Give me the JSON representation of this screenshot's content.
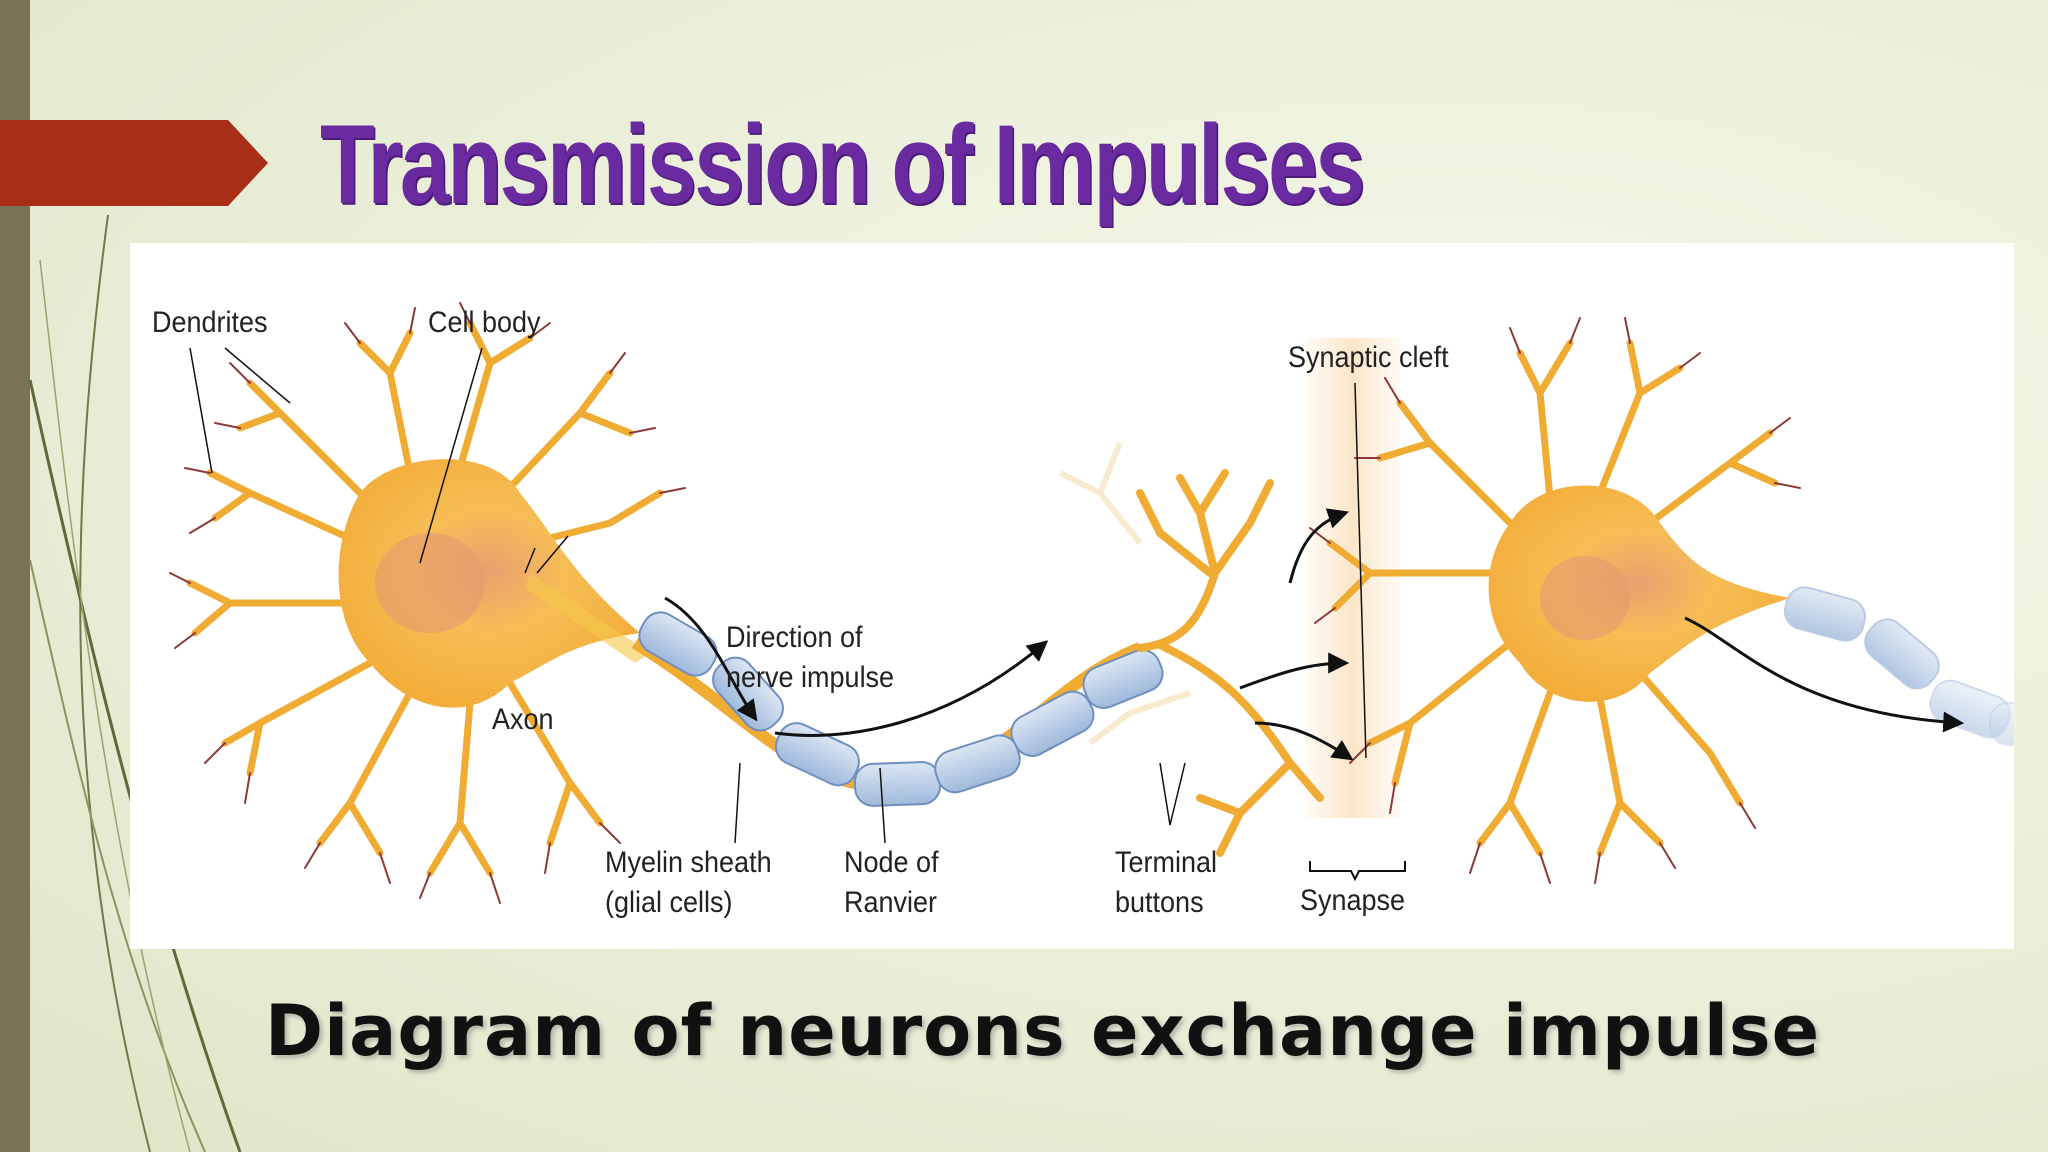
{
  "slide": {
    "title": "Transmission of Impulses",
    "caption": "Diagram of neurons exchange impulse"
  },
  "diagram": {
    "labels": {
      "dendrites": "Dendrites",
      "cell_body": "Cell body",
      "axon": "Axon",
      "direction_line1": "Direction of",
      "direction_line2": "nerve impulse",
      "myelin_line1": "Myelin sheath",
      "myelin_line2": "(glial cells)",
      "node_line1": "Node of",
      "node_line2": "Ranvier",
      "terminal_line1": "Terminal",
      "terminal_line2": "buttons",
      "synaptic_cleft": "Synaptic cleft",
      "synapse": "Synapse"
    }
  },
  "colors": {
    "title": "#6a2ba0",
    "arrow_accent": "#a82e18",
    "neuron_fill": "#f5b84a",
    "myelin_fill": "#b9cde6",
    "left_bar": "#7a7455"
  }
}
